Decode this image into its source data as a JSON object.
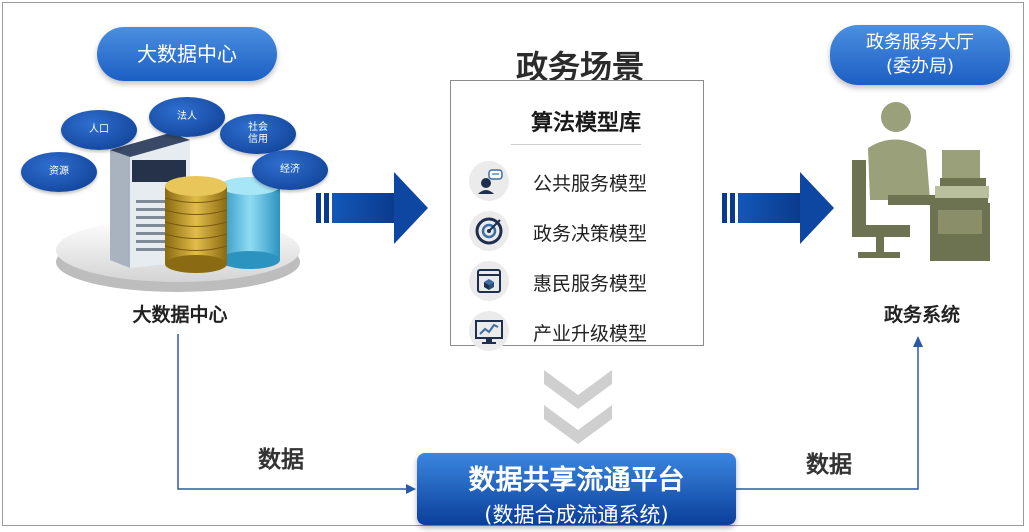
{
  "left_node": {
    "pill": "大数据中心",
    "caption": "大数据中心",
    "bubbles": [
      "人口",
      "法人",
      "社会\n信用",
      "资源",
      "经济"
    ]
  },
  "center": {
    "title": "政务场景",
    "library_title": "算法模型库",
    "models": [
      {
        "label": "公共服务模型",
        "icon": "person-chat-icon"
      },
      {
        "label": "政务决策模型",
        "icon": "target-icon"
      },
      {
        "label": "惠民服务模型",
        "icon": "browser-box-icon"
      },
      {
        "label": "产业升级模型",
        "icon": "monitor-chart-icon"
      }
    ]
  },
  "right_node": {
    "pill_line1": "政务服务大厅",
    "pill_line2": "(委办局)",
    "caption": "政务系统"
  },
  "platform": {
    "line1": "数据共享流通平台",
    "line2": "(数据合成流通系统)"
  },
  "flow_labels": {
    "left": "数据",
    "right": "数据"
  },
  "colors": {
    "primary_blue": "#1c5fc4",
    "arrow_blue": "#0d47a1",
    "chevron_gray": "#cfcfcf",
    "gold": "#c9a227",
    "cyan": "#5fc6e8",
    "workstation": "#9aa07a"
  }
}
